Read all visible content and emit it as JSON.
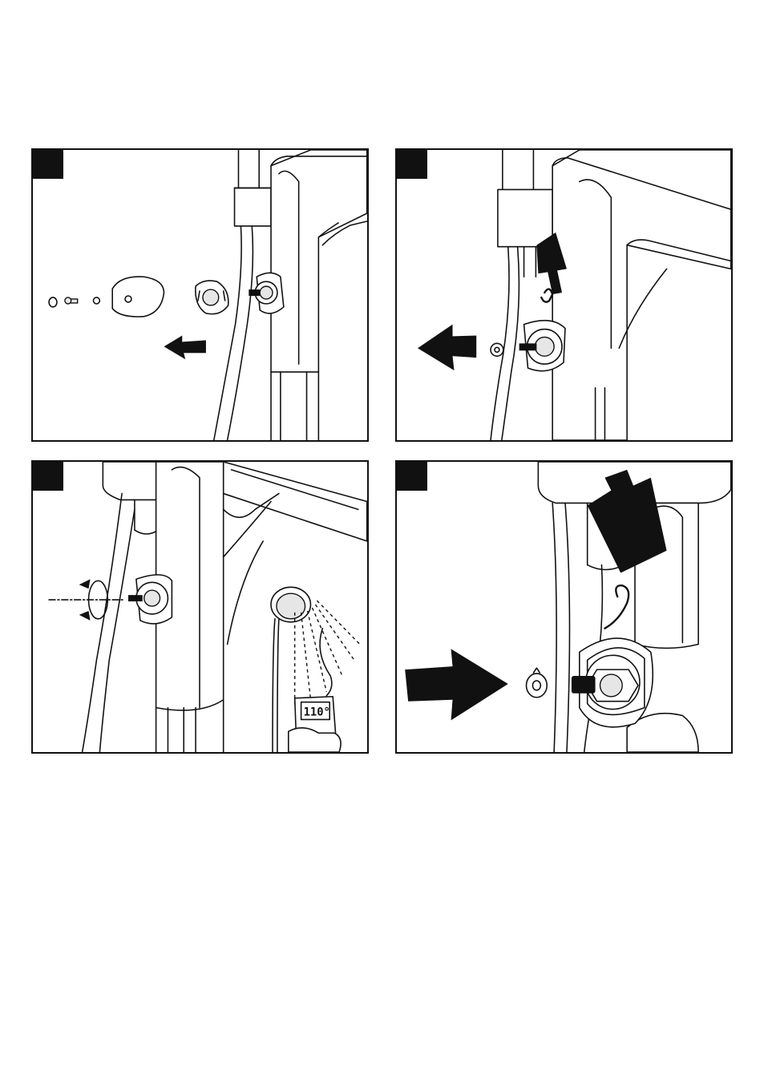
{
  "panels": [
    {
      "id": "step-1",
      "thermometer_reading": ""
    },
    {
      "id": "step-2",
      "thermometer_reading": ""
    },
    {
      "id": "step-3",
      "thermometer_reading": "110°"
    },
    {
      "id": "step-4",
      "thermometer_reading": ""
    }
  ],
  "colors": {
    "line": "#111111",
    "fill": "#ffffff",
    "shade": "#e6e6e6"
  }
}
